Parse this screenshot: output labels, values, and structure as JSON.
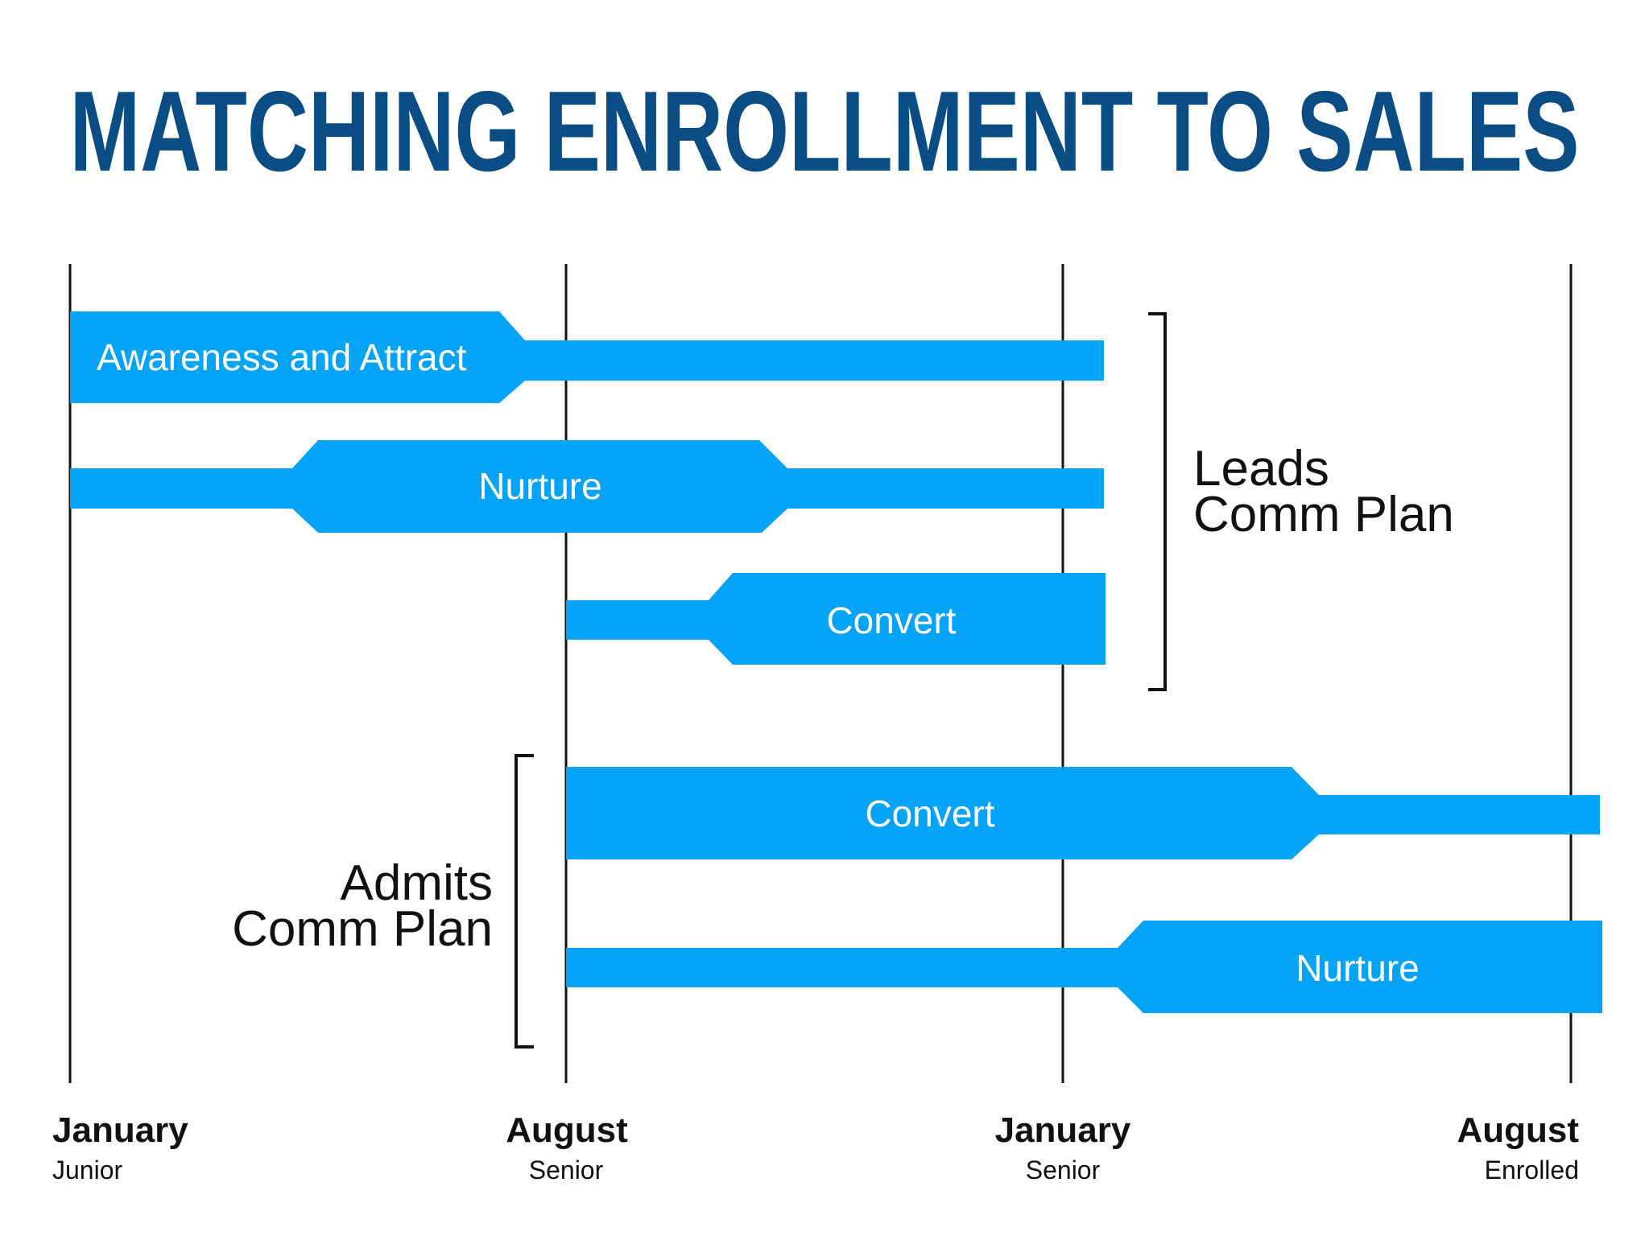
{
  "title": "MATCHING ENROLLMENT TO SALES",
  "colors": {
    "title": "#0a4d84",
    "bar": "#03a3f7",
    "bar_text": "#ffffff",
    "line": "#111111",
    "background": "#ffffff"
  },
  "timeline": [
    {
      "month": "January",
      "stage": "Junior"
    },
    {
      "month": "August",
      "stage": "Senior"
    },
    {
      "month": "January",
      "stage": "Senior"
    },
    {
      "month": "August",
      "stage": "Enrolled"
    }
  ],
  "bars": [
    {
      "label": "Awareness and Attract"
    },
    {
      "label": "Nurture"
    },
    {
      "label": "Convert"
    },
    {
      "label": "Convert"
    },
    {
      "label": "Nurture"
    }
  ],
  "groups": {
    "leads": {
      "line1": "Leads",
      "line2": "Comm Plan"
    },
    "admits": {
      "line1": "Admits",
      "line2": "Comm Plan"
    }
  }
}
